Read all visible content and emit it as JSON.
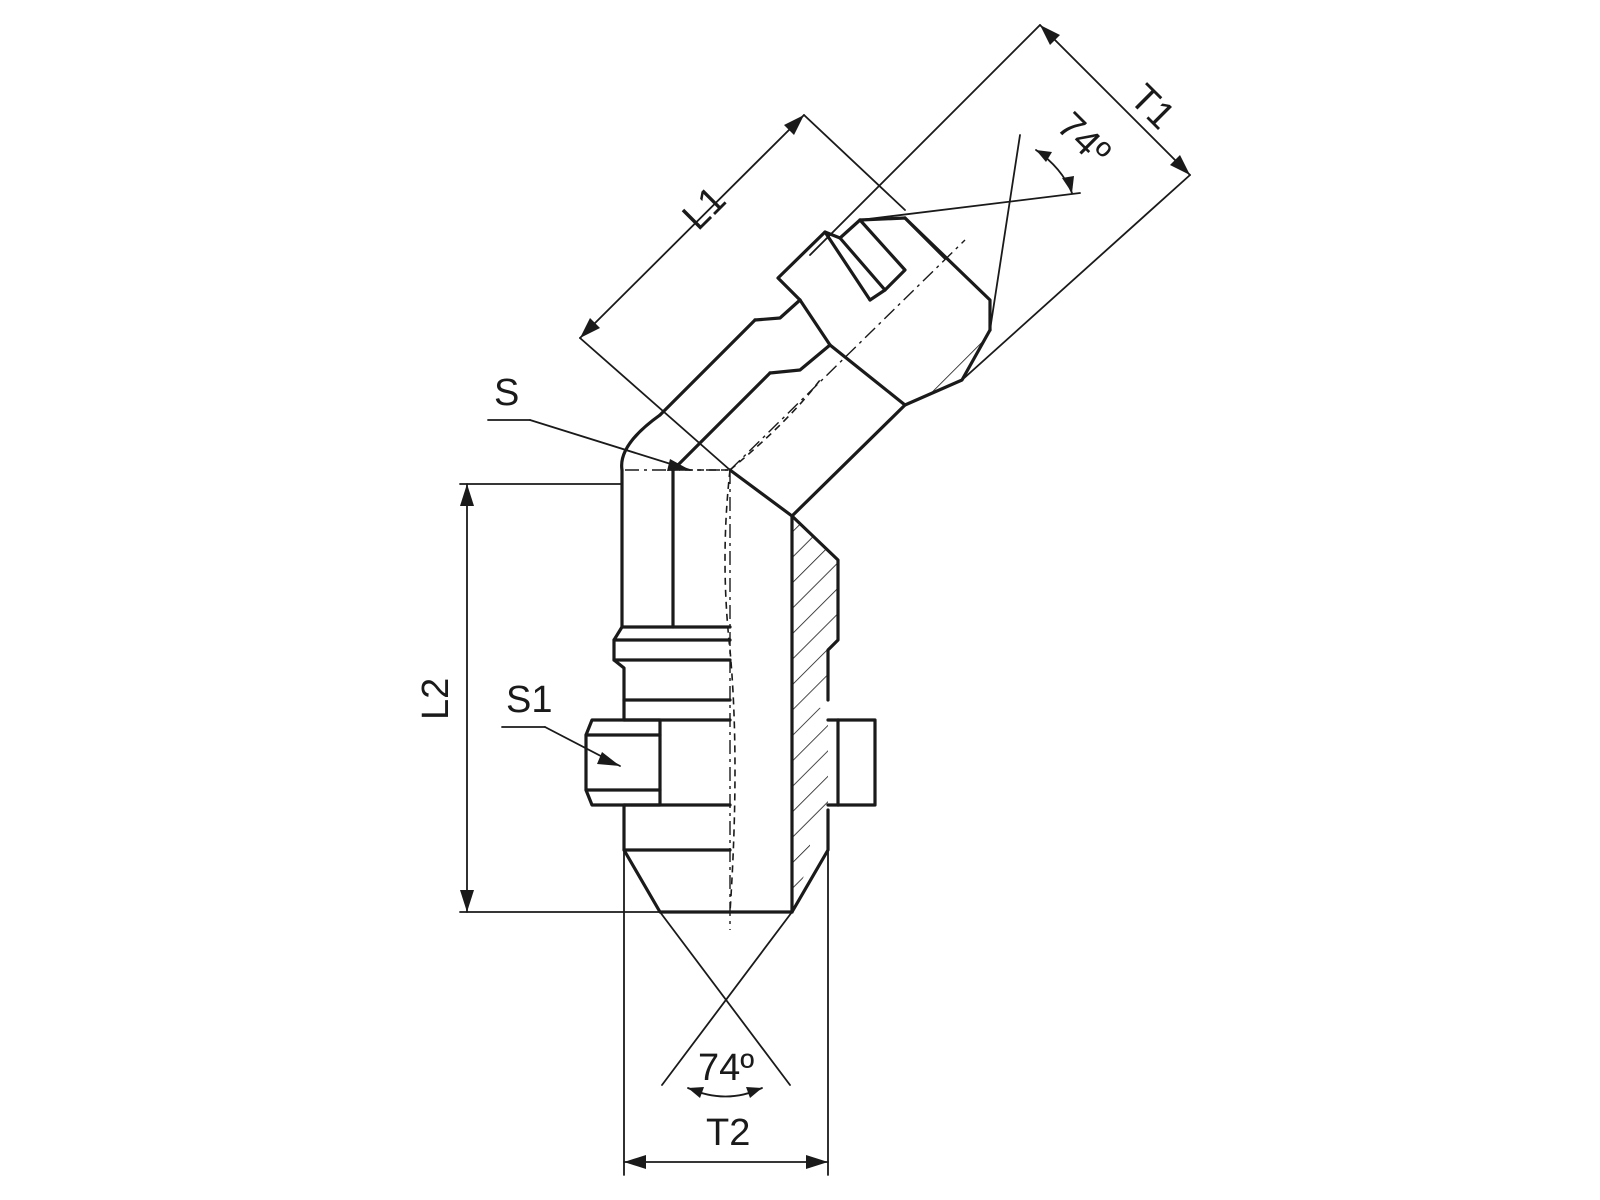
{
  "labels": {
    "l1": "L1",
    "t1": "T1",
    "s": "S",
    "l2": "L2",
    "s1": "S1",
    "t2": "T2",
    "angle_top": "74º",
    "angle_bottom": "74º"
  },
  "colors": {
    "line": "#1a1a1a",
    "background": "#ffffff"
  }
}
